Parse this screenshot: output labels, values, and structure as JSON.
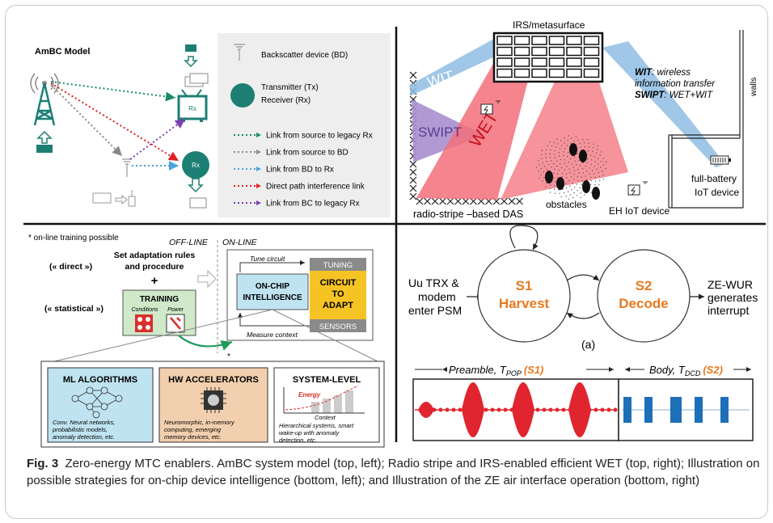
{
  "colors": {
    "teal": "#1d7f74",
    "wit_blue": "#8fbde3",
    "swipt_purple": "#a98fcf",
    "wet_red": "#f36f7a",
    "ml_blue": "#bfe3f1",
    "hw_orange": "#f2cfae",
    "circuit_yellow": "#f6c324",
    "training_green": "#cfe9c9",
    "wave_red": "#e0252f",
    "body_blue": "#1d6fb8",
    "s_orange": "#e8791e"
  },
  "panel_ambc": {
    "title": "AmBC Model",
    "rx_label": "Rx",
    "legend": {
      "bd": "Backscatter device (BD)",
      "tx": "Transmitter (Tx)",
      "rx": "Receiver (Rx)",
      "links": [
        {
          "label": "Link from source to legacy Rx",
          "color": "#1a8a6a"
        },
        {
          "label": "Link from source to BD",
          "color": "#888888"
        },
        {
          "label": "Link from BD to Rx",
          "color": "#4aa3df"
        },
        {
          "label": "Direct path interference link",
          "color": "#e02020"
        },
        {
          "label": "Link from BC to legacy Rx",
          "color": "#7a3fb0"
        }
      ]
    }
  },
  "panel_wet": {
    "irs_label": "IRS/metasurface",
    "wit": "WIT",
    "swipt": "SWIPT",
    "wet": "WET",
    "def_wit_term": "WIT",
    "def_wit_text": ": wireless",
    "def_wit_text2": "information transfer",
    "def_swipt_term": "SWIPT",
    "def_swipt_text": ": WET+WIT",
    "walls": "walls",
    "full_battery_1": "full-battery",
    "full_battery_2": "IoT device",
    "radio_stripe": "radio-stripe –based DAS",
    "obstacles": "obstacles",
    "eh_device": "EH IoT device"
  },
  "panel_intel": {
    "note": "* on-line training possible",
    "offline": "OFF-LINE",
    "online": "ON-LINE",
    "direct": "(« direct »)",
    "statistical": "(« statistical »)",
    "set_rules_1": "Set adaptation rules",
    "set_rules_2": "and procedure",
    "plus": "+",
    "training": "TRAINING",
    "conditions": "Conditions",
    "power": "Power",
    "tune_circuit": "Tune circuit",
    "tuning": "TUNING",
    "on_chip_1": "ON-CHIP",
    "on_chip_2": "INTELLIGENCE",
    "circuit_1": "CIRCUIT",
    "circuit_2": "TO",
    "circuit_3": "ADAPT",
    "measure": "Measure context",
    "sensors": "SENSORS",
    "star": "*",
    "ml_title": "ML ALGORITHMS",
    "ml_desc_1": "Conv. Neural networks,",
    "ml_desc_2": "probabilistic models,",
    "ml_desc_3": "anomaly detection, etc.",
    "hw_title": "HW ACCELERATORS",
    "hw_desc_1": "Neuromorphic, in-memory",
    "hw_desc_2": "computing, emerging",
    "hw_desc_3": "memory devices, etc.",
    "sys_title": "SYSTEM-LEVEL",
    "energy": "Energy",
    "context": "Context",
    "sys_desc_1": "Hierarchical systems, smart",
    "sys_desc_2": "wake-up with anomaly",
    "sys_desc_3": "detection, etc."
  },
  "panel_ze": {
    "uu_1": "Uu TRX &",
    "uu_2": "modem",
    "uu_3": "enter PSM",
    "s1": "S1",
    "harvest": "Harvest",
    "s2": "S2",
    "decode": "Decode",
    "zewur_1": "ZE-WUR",
    "zewur_2": "generates",
    "zewur_3": "interrupt",
    "a_label": "(a)",
    "preamble": "Preamble, T",
    "preamble_sub": "POP",
    "preamble_s": "(S1)",
    "body": "Body, T",
    "body_sub": "DCD",
    "body_s": "(S2)"
  },
  "caption": {
    "fig": "Fig. 3",
    "text": "Zero-energy MTC enablers. AmBC system model (top, left); Radio stripe and IRS-enabled efficient WET (top, right); Illustration on possible strategies for on-chip device intelligence (bottom, left); and Illustration of the ZE air interface operation (bottom, right)"
  }
}
